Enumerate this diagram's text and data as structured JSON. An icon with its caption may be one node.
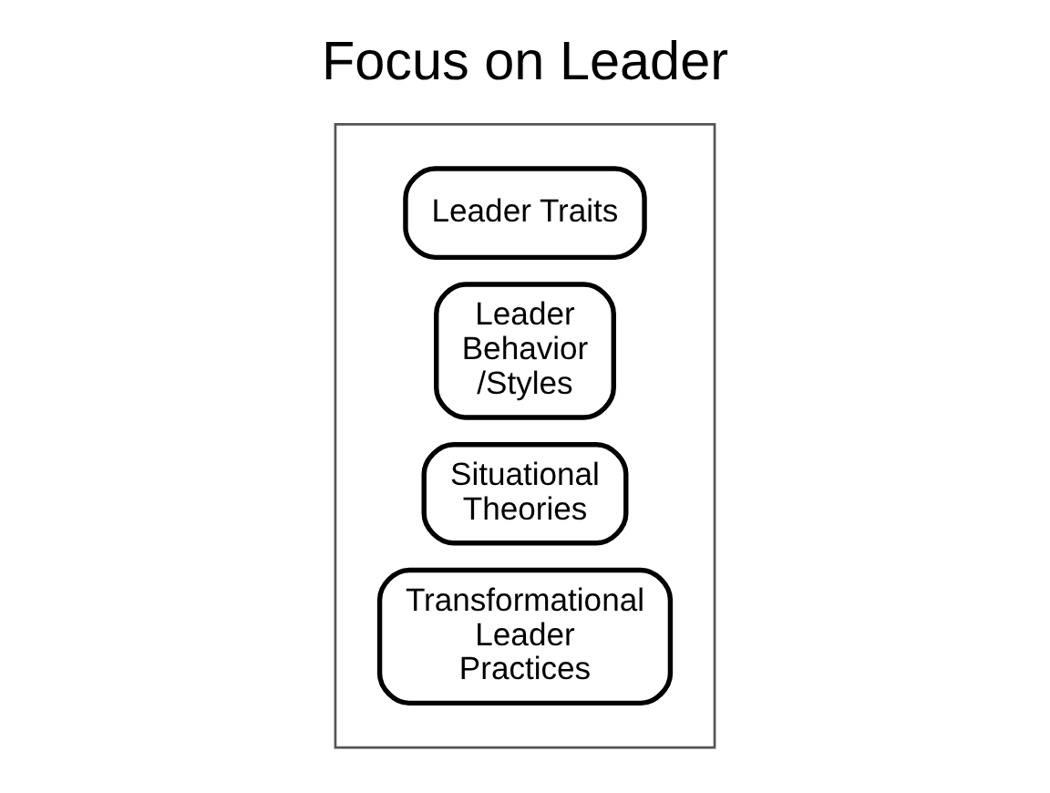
{
  "diagram": {
    "title": "Focus on Leader",
    "nodes": [
      {
        "text": [],
        "shape": "arrow"
      },
      {
        "text": [
          "Leader Traits"
        ],
        "in": 0
      },
      {
        "text": [
          "Leader Behavior /Styles"
        ],
        "in": 0
      },
      {
        "text": [
          "Situational Theories"
        ],
        "in": 0
      },
      {
        "text": [
          "Transformational Leader Practices"
        ],
        "in": 0
      }
    ],
    "edges": []
  }
}
